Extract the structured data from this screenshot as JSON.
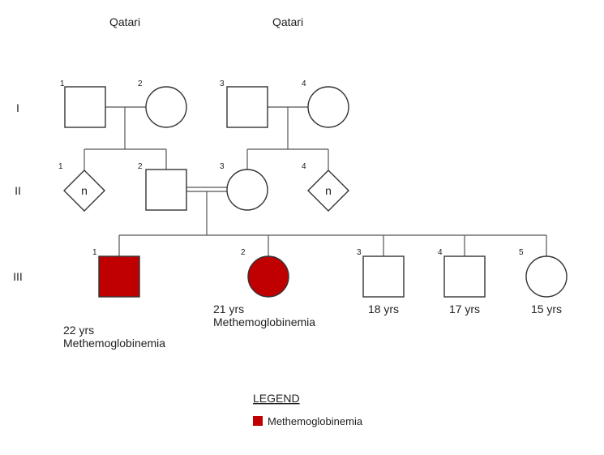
{
  "ancestry": {
    "left": "Qatari",
    "right": "Qatari"
  },
  "generations": [
    "I",
    "II",
    "III"
  ],
  "affected_color": "#c00000",
  "individuals": {
    "I1": {
      "number": "1",
      "sex": "male",
      "affected": false
    },
    "I2": {
      "number": "2",
      "sex": "female",
      "affected": false
    },
    "I3": {
      "number": "3",
      "sex": "male",
      "affected": false
    },
    "I4": {
      "number": "4",
      "sex": "female",
      "affected": false
    },
    "II1": {
      "number": "1",
      "sex": "unknown",
      "affected": false,
      "inner": "n"
    },
    "II2": {
      "number": "2",
      "sex": "male",
      "affected": false
    },
    "II3": {
      "number": "3",
      "sex": "female",
      "affected": false
    },
    "II4": {
      "number": "4",
      "sex": "unknown",
      "affected": false,
      "inner": "n"
    },
    "III1": {
      "number": "1",
      "sex": "male",
      "affected": true,
      "age": "22 yrs",
      "note": "Methemoglobinemia"
    },
    "III2": {
      "number": "2",
      "sex": "female",
      "affected": true,
      "age": "21 yrs",
      "note": "Methemoglobinemia"
    },
    "III3": {
      "number": "3",
      "sex": "male",
      "affected": false,
      "age": "18 yrs"
    },
    "III4": {
      "number": "4",
      "sex": "male",
      "affected": false,
      "age": "17 yrs"
    },
    "III5": {
      "number": "5",
      "sex": "female",
      "affected": false,
      "age": "15 yrs"
    }
  },
  "legend": {
    "title": "LEGEND",
    "items": [
      {
        "label": "Methemoglobinemia",
        "color": "#c00000"
      }
    ]
  }
}
